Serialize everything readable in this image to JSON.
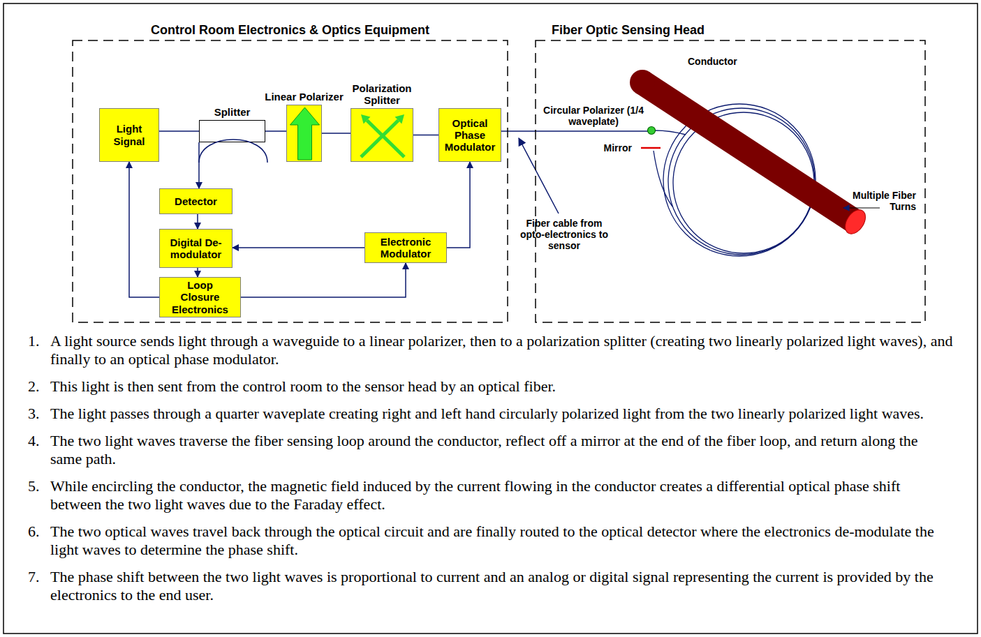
{
  "diagram": {
    "nodes": [
      {
        "text": [
          "Control Room Electronics & Optics Equipment"
        ]
      },
      {
        "text": [
          "Fiber Optic Sensing Head"
        ]
      },
      {
        "text": [
          "Light Signal"
        ],
        "in": 0
      },
      {
        "text": [
          "Splitter"
        ],
        "in": 0
      },
      {
        "text": [
          "Linear Polarizer"
        ],
        "in": 0
      },
      {
        "text": [
          "Polarization Splitter"
        ],
        "in": 0
      },
      {
        "text": [
          "Optical Phase Modulator"
        ],
        "in": 0
      },
      {
        "text": [
          "Detector"
        ],
        "in": 0
      },
      {
        "text": [
          "Digital De- modulator"
        ],
        "in": 0
      },
      {
        "text": [
          "Electronic Modulator"
        ],
        "in": 0
      },
      {
        "text": [
          "Loop Closure Electronics"
        ],
        "in": 0
      }
    ],
    "edges": [
      {
        "from": 2,
        "to": 3,
        "arrow": "none"
      },
      {
        "from": 3,
        "to": 4,
        "arrow": "none"
      },
      {
        "from": 4,
        "to": 5,
        "arrow": "none"
      },
      {
        "from": 5,
        "to": 6,
        "arrow": "none"
      },
      {
        "from": 3,
        "to": 7,
        "arrow": "to"
      },
      {
        "from": 7,
        "to": 8,
        "arrow": "to"
      },
      {
        "from": 8,
        "to": 10,
        "arrow": "to"
      },
      {
        "from": 10,
        "to": 2,
        "arrow": "to"
      },
      {
        "from": 10,
        "to": 9,
        "arrow": "to"
      },
      {
        "from": 9,
        "to": 8,
        "arrow": "to"
      },
      {
        "from": 9,
        "to": 6,
        "arrow": "to"
      }
    ],
    "labels": [
      "Conductor",
      "Circular Polarizer (1/4 waveplate)",
      "Mirror",
      "Fiber cable from opto-electronics to sensor",
      "Multiple Fiber Turns",
      "1.",
      "A light source sends light through a waveguide to a linear polarizer, then to a polarization splitter (creating two linearly polarized light waves), and finally to an optical phase modulator.",
      "2.",
      "This light is then sent from the control room to the sensor head by an optical fiber.",
      "3.",
      "The light passes through a quarter waveplate creating right and left hand circularly polarized light from the two linearly polarized light waves.",
      "4.",
      "The two light waves traverse the fiber sensing loop around the conductor, reflect off a mirror at the end of the fiber loop, and return along the same path.",
      "5.",
      "While encircling the conductor, the magnetic field induced by the current flowing in the conductor creates a differential optical phase shift between the two light waves due to the Faraday effect.",
      "6.",
      "The two optical waves travel back through the optical circuit and are finally routed to the optical detector where the electronics de-modulate the light waves to determine the phase shift.",
      "7.",
      "The phase shift between the two light waves is proportional to current and an analog or digital signal representing the current is provided by the electronics to the end user."
    ]
  }
}
